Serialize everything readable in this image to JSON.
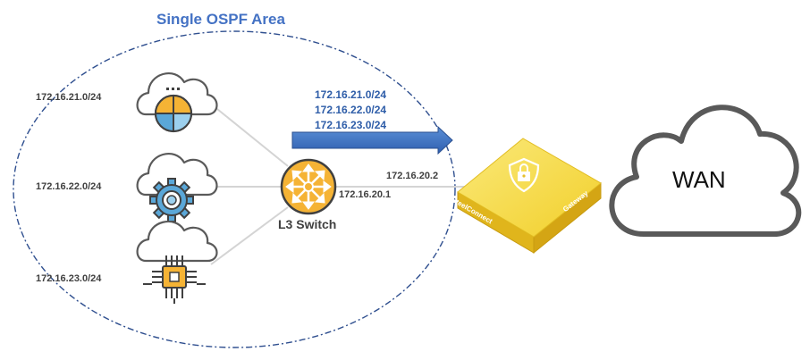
{
  "area": {
    "title": "Single OSPF Area"
  },
  "subnets": [
    {
      "label": "172.16.21.0/24",
      "icon": "cloud-pie-chart-icon"
    },
    {
      "label": "172.16.22.0/24",
      "icon": "cloud-gear-icon"
    },
    {
      "label": "172.16.23.0/24",
      "icon": "cloud-chip-icon"
    }
  ],
  "advertised_routes": [
    "172.16.21.0/24",
    "172.16.22.0/24",
    "172.16.23.0/24"
  ],
  "switch": {
    "label": "L3 Switch",
    "ip": "172.16.20.1",
    "icon": "l3-switch-icon"
  },
  "gateway": {
    "ip": "172.16.20.2",
    "brand_left": "SteelConnect",
    "brand_right": "Gateway",
    "icon": "gateway-lock-icon"
  },
  "wan": {
    "label": "WAN",
    "icon": "wan-cloud-icon"
  },
  "colors": {
    "area_border": "#2f4f8f",
    "arrow": "#4472c4",
    "accent": "#f5b335",
    "gateway": "#f2d23a",
    "icon_blue": "#5aa7d8"
  }
}
